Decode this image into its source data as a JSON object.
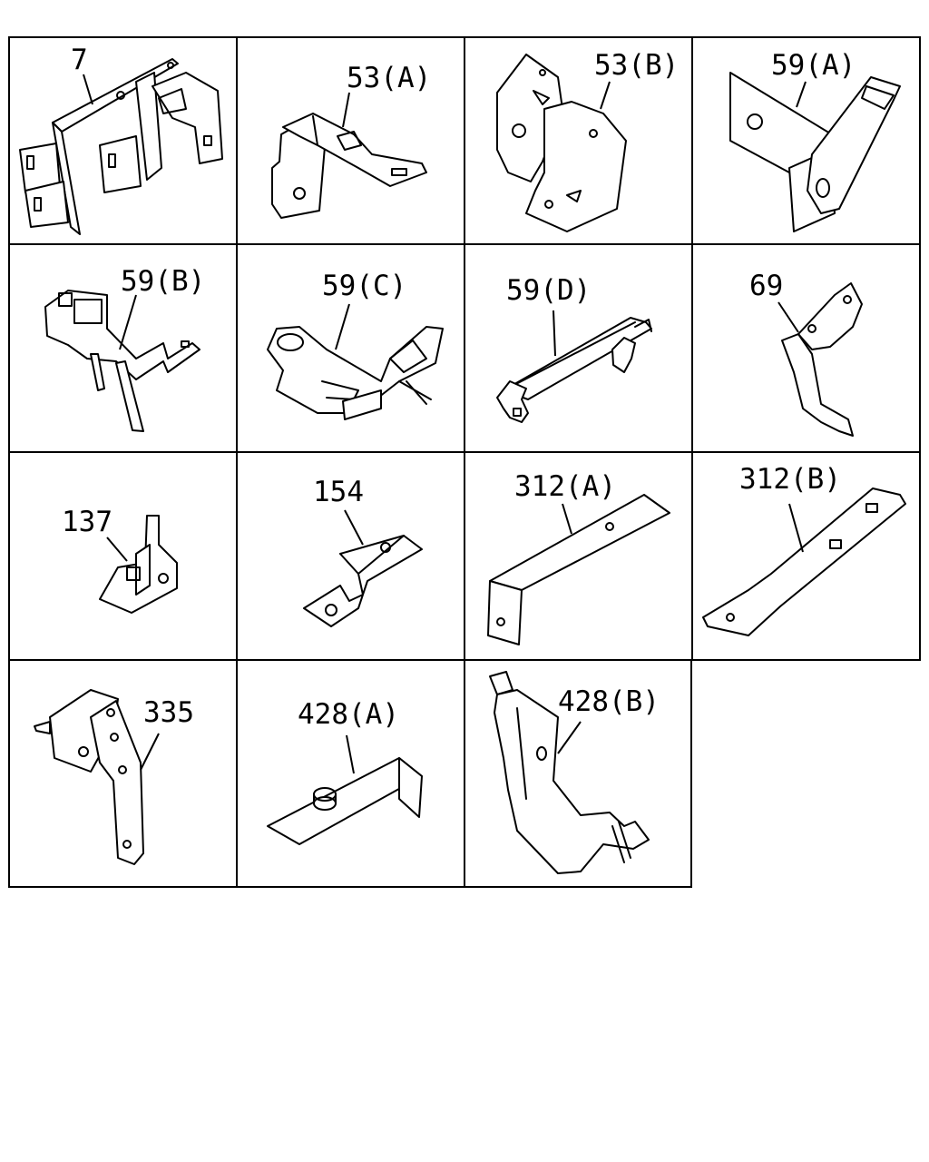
{
  "diagram": {
    "callouts": [
      {
        "id": "7",
        "label": "7"
      },
      {
        "id": "53a",
        "label": "53(A)"
      },
      {
        "id": "53b",
        "label": "53(B)"
      },
      {
        "id": "59a",
        "label": "59(A)"
      },
      {
        "id": "59b",
        "label": "59(B)"
      },
      {
        "id": "59c",
        "label": "59(C)"
      },
      {
        "id": "59d",
        "label": "59(D)"
      },
      {
        "id": "69",
        "label": "69"
      },
      {
        "id": "137",
        "label": "137"
      },
      {
        "id": "154",
        "label": "154"
      },
      {
        "id": "312a",
        "label": "312(A)"
      },
      {
        "id": "312b",
        "label": "312(B)"
      },
      {
        "id": "335",
        "label": "335"
      },
      {
        "id": "428a",
        "label": "428(A)"
      },
      {
        "id": "428b",
        "label": "428(B)"
      }
    ]
  }
}
